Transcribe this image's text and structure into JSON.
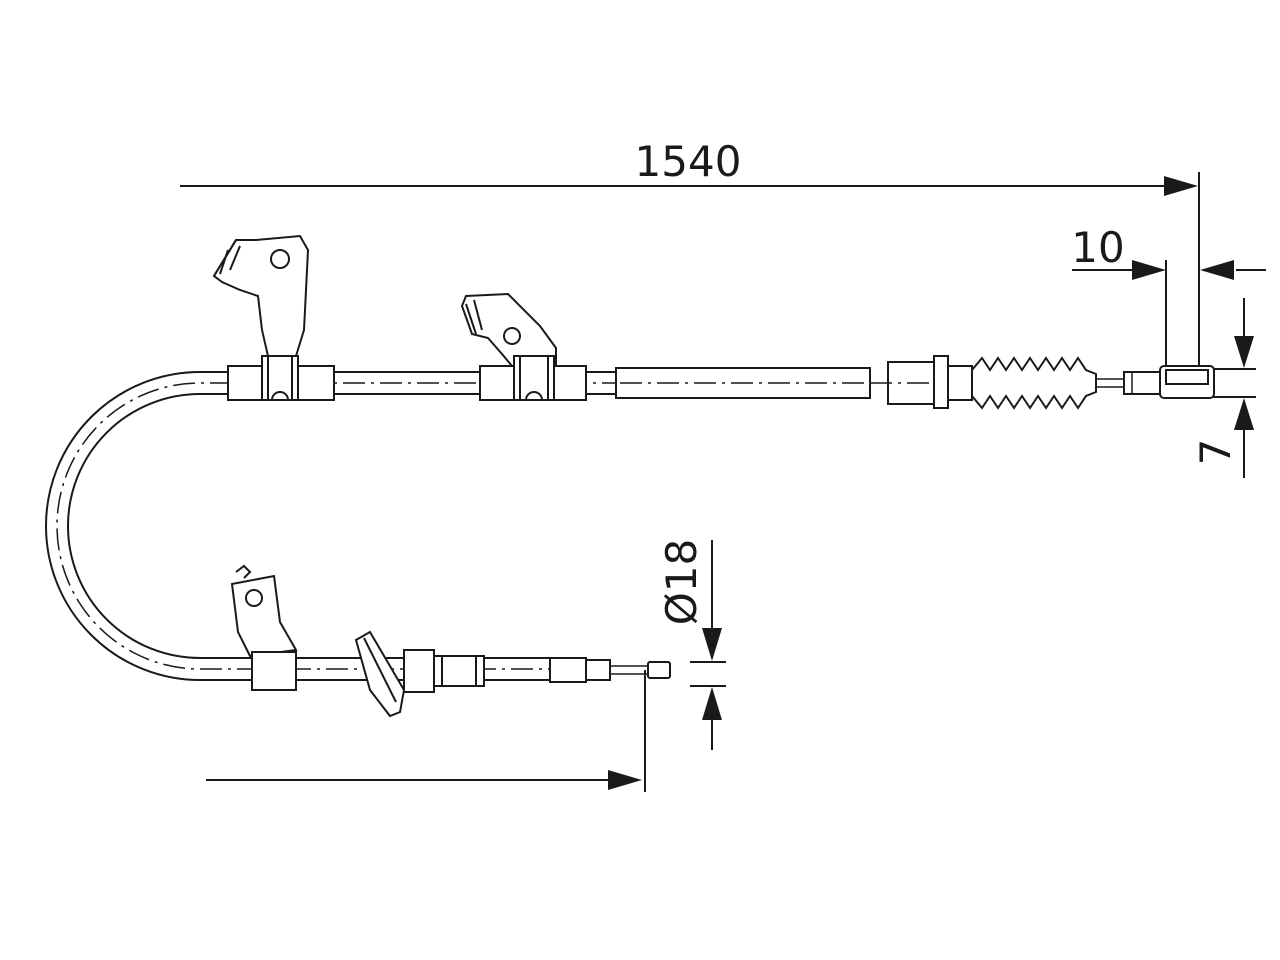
{
  "dimensions": {
    "overall_length": "1540",
    "end_fitting_length": "10",
    "end_fitting_height": "7",
    "sleeve_diameter": "Ø18"
  },
  "colors": {
    "line": "#1a1a1a",
    "background": "#ffffff"
  }
}
